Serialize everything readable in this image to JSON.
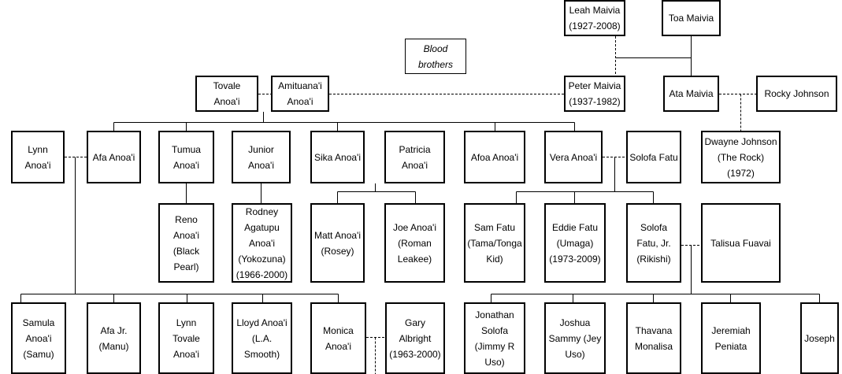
{
  "note": "Blood\nbrothers",
  "people": {
    "leah_maivia": "Leah Maivia\n(1927-2008)",
    "toa_maivia": "Toa Maivia",
    "tovale_anoai": "Tovale\nAnoa'i",
    "amituanai_anoai": "Amituana'i\nAnoa'i",
    "peter_maivia": "Peter Maivia\n(1937-1982)",
    "ata_maivia": "Ata Maivia",
    "rocky_johnson": "Rocky Johnson",
    "lynn_anoai": "Lynn\nAnoa'i",
    "afa_anoai": "Afa Anoa'i",
    "tumua_anoai": "Tumua\nAnoa'i",
    "junior_anoai": "Junior\nAnoa'i",
    "sika_anoai": "Sika Anoa'i",
    "patricia_anoai": "Patricia\nAnoa'i",
    "afoa_anoai": "Afoa Anoa'i",
    "vera_anoai": "Vera Anoa'i",
    "solofa_fatu": "Solofa Fatu",
    "dwayne_johnson": "Dwayne Johnson\n(The Rock)\n(1972)",
    "reno_anoai": "Reno\nAnoa'i\n(Black\nPearl)",
    "rodney_anoai": "Rodney\nAgatupu\nAnoa'i\n(Yokozuna)\n(1966-2000)",
    "matt_anoai": "Matt Anoa'i\n(Rosey)",
    "joe_anoai": "Joe Anoa'i\n(Roman\nLeakee)",
    "sam_fatu": "Sam Fatu\n(Tama/Tonga\nKid)",
    "eddie_fatu": "Eddie Fatu\n(Umaga)\n(1973-2009)",
    "solofa_fatu_jr": "Solofa\nFatu, Jr.\n(Rikishi)",
    "talisua_fuavai": "Talisua Fuavai",
    "samula_anoai": "Samula\nAnoa'i\n(Samu)",
    "afa_jr": "Afa Jr.\n(Manu)",
    "lynn_tovale_anoai": "Lynn\nTovale\nAnoa'i",
    "lloyd_anoai": "Lloyd Anoa'i\n(L.A.\nSmooth)",
    "monica_anoai": "Monica\nAnoa'i",
    "gary_albright": "Gary\nAlbright\n(1963-2000)",
    "jonathan_solofa": "Jonathan\nSolofa\n(Jimmy R\nUso)",
    "joshua_sammy": "Joshua\nSammy (Jey\nUso)",
    "thavana_monalisa": "Thavana\nMonalisa",
    "jeremiah_peniata": "Jeremiah\nPeniata",
    "joseph": "Joseph"
  }
}
